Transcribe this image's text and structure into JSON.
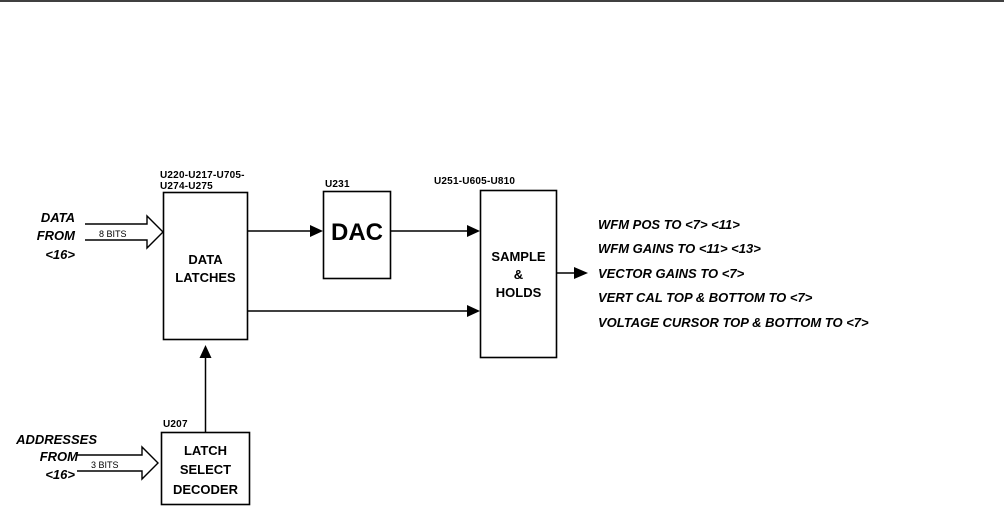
{
  "diagram": {
    "type": "block-diagram",
    "inputs": {
      "data": {
        "label_lines": [
          "DATA",
          "FROM",
          "<16>"
        ],
        "bus_width": "8 BITS"
      },
      "addresses": {
        "label_lines": [
          "ADDRESSES",
          "FROM",
          "<16>"
        ],
        "bus_width": "3 BITS"
      }
    },
    "blocks": {
      "data_latches": {
        "refdes_lines": [
          "U220-U217-U705-",
          "U274-U275"
        ],
        "name_lines": [
          "DATA",
          "LATCHES"
        ]
      },
      "dac": {
        "refdes": "U231",
        "name": "DAC"
      },
      "sample_holds": {
        "refdes": "U251-U605-U810",
        "name_lines": [
          "SAMPLE",
          "&",
          "HOLDS"
        ]
      },
      "latch_select_decoder": {
        "refdes": "U207",
        "name_lines": [
          "LATCH",
          "SELECT",
          "DECODER"
        ]
      }
    },
    "outputs": [
      "WFM POS TO <7> <11>",
      "WFM GAINS TO <11> <13>",
      "VECTOR GAINS TO <7>",
      "VERT CAL TOP & BOTTOM TO <7>",
      "VOLTAGE CURSOR TOP & BOTTOM TO <7>"
    ],
    "connections": [
      {
        "from": "data_input",
        "to": "data_latches"
      },
      {
        "from": "data_latches",
        "to": "dac"
      },
      {
        "from": "dac",
        "to": "sample_holds"
      },
      {
        "from": "data_latches",
        "to": "sample_holds"
      },
      {
        "from": "latch_select_decoder",
        "to": "data_latches"
      },
      {
        "from": "address_input",
        "to": "latch_select_decoder"
      },
      {
        "from": "sample_holds",
        "to": "outputs"
      }
    ]
  }
}
